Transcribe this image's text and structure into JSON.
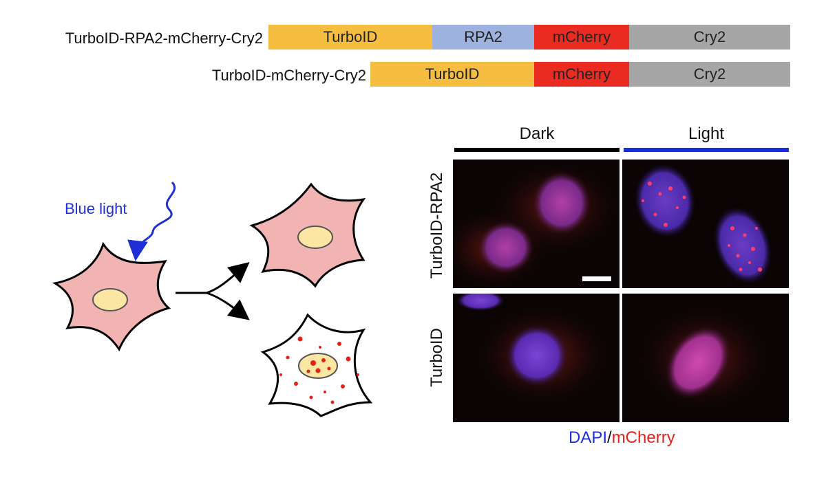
{
  "constructs": [
    {
      "label": "TurboID-RPA2-mCherry-Cry2",
      "segments": [
        {
          "name": "TurboID",
          "color": "#f6be41"
        },
        {
          "name": "RPA2",
          "color": "#9db2de"
        },
        {
          "name": "mCherry",
          "color": "#ea2b22"
        },
        {
          "name": "Cry2",
          "color": "#a6a6a6"
        }
      ]
    },
    {
      "label": "TurboID-mCherry-Cry2",
      "segments": [
        {
          "name": "TurboID",
          "color": "#f6be41"
        },
        {
          "name": "mCherry",
          "color": "#ea2b22"
        },
        {
          "name": "Cry2",
          "color": "#a6a6a6"
        }
      ]
    }
  ],
  "schematic": {
    "stimulus_label": "Blue light",
    "stimulus_color": "#1f2fd6",
    "cell_color": "#f2b3b3",
    "nucleus_color": "#fbe6a3",
    "condensate_color": "#e3211c"
  },
  "microscopy": {
    "columns": [
      {
        "label": "Dark",
        "rule_color": "#000000"
      },
      {
        "label": "Light",
        "rule_color": "#1a2ed6"
      }
    ],
    "rows": [
      "TurboID-RPA2",
      "TurboID"
    ],
    "caption": {
      "dapi": "DAPI",
      "sep": "/",
      "mcherry": "mCherry",
      "dapi_color": "#1f2fd6",
      "mcherry_color": "#e3211c"
    }
  }
}
